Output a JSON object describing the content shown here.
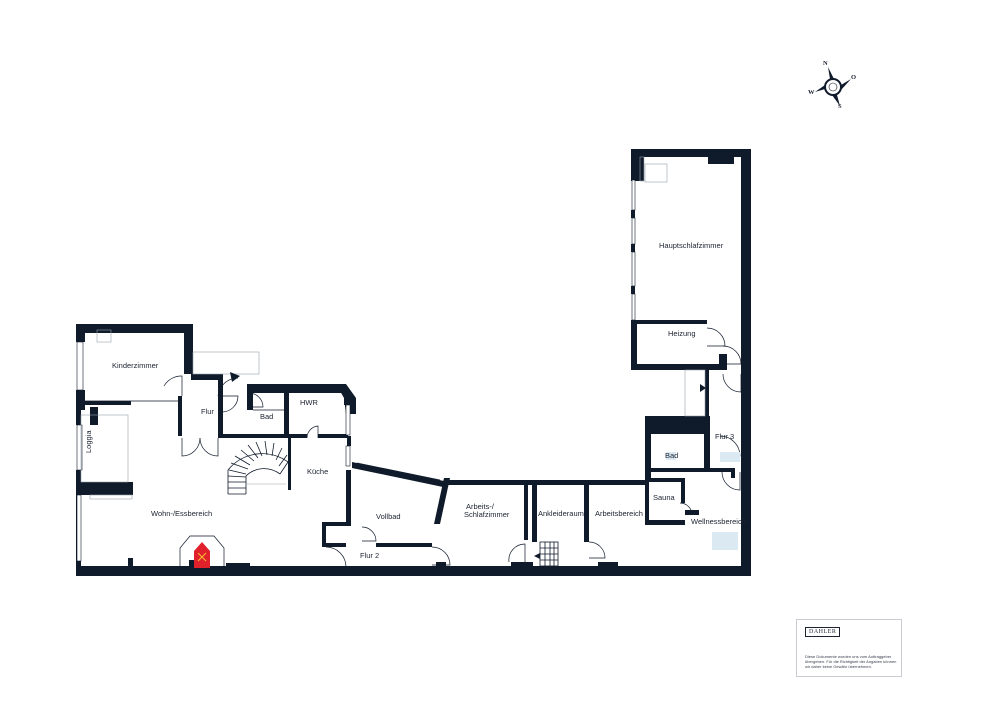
{
  "rooms": {
    "kinderzimmer": "Kinderzimmer",
    "flur": "Flur",
    "bad_left": "Bad",
    "hwr": "HWR",
    "loggia": "Loggia",
    "kueche": "Küche",
    "wohn": "Wohn-/Essbereich",
    "vollbad": "Vollbad",
    "flur2": "Flur 2",
    "arbeits_line1": "Arbeits-/",
    "arbeits_line2": "Schlafzimmer",
    "ankleide": "Ankleideraum",
    "arbeitsbereich": "Arbeitsbereich",
    "sauna": "Sauna",
    "wellness": "Wellnessbereich",
    "bad_right": "Bad",
    "flur3": "Flur 3",
    "heizung": "Heizung",
    "hauptschlaf": "Hauptschlafzimmer"
  },
  "compass": {
    "n": "N",
    "o": "O",
    "s": "S",
    "w": "W"
  },
  "legend": {
    "brand": "DAHLER",
    "disclaimer": "Diese Dokumente wurden uns vom Auftraggeber übergeben. Für die Richtigkeit der Angaben können wir daher keine Gewähr übernehmen."
  },
  "colors": {
    "wall": "#0f1a2a",
    "fireplace": "#e0202a",
    "fixture": "#dbe9f3"
  }
}
